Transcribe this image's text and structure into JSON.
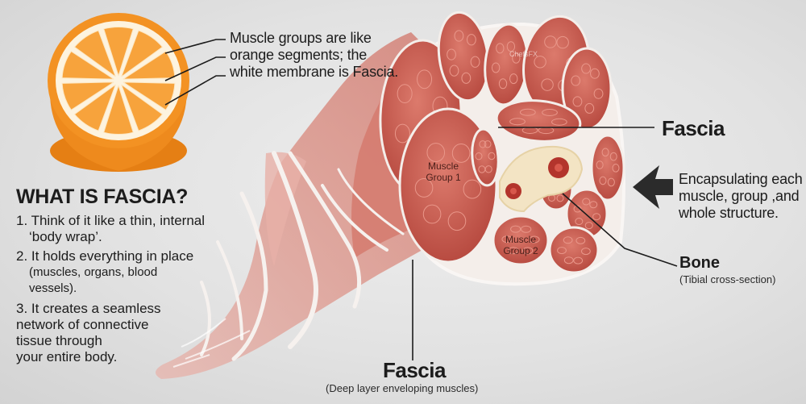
{
  "orange_caption": {
    "line1": "Muscle groups are like",
    "line2": "orange segments; the",
    "line3": "white membrane is Fascia."
  },
  "watermark": "ChefsFX",
  "labels": {
    "fascia_top": "Fascia",
    "encapsulating": [
      "Encapsulating each",
      "muscle, group ,and",
      "whole structure."
    ],
    "bone": "Bone",
    "bone_sub": "(Tibial cross-section)",
    "fascia_bottom": "Fascia",
    "fascia_bottom_sub": "(Deep layer enveloping muscles)",
    "muscle_group_1": [
      "Muscle",
      "Group 1"
    ],
    "muscle_group_2": [
      "Muscle",
      "Group 2"
    ]
  },
  "what_is": {
    "title": "WHAT IS FASCIA?",
    "item1": [
      "1. Think of it like a thin, internal",
      "‘body wrap’."
    ],
    "item2": [
      "2. It holds everything in place",
      "(muscles, organs, blood",
      "vessels)."
    ],
    "item3": [
      "3. It creates a seamless",
      "network of connective",
      "tissue through",
      "your entire body."
    ]
  },
  "colors": {
    "background": "#e2e2e2",
    "muscle": "#c8554a",
    "muscle_light": "#dc7a6c",
    "fascia": "#f4eeea",
    "bone": "#f3e4c4",
    "marrow": "#b3342c",
    "orange_peel": "#f28c1c",
    "orange_flesh": "#f7a03a"
  }
}
